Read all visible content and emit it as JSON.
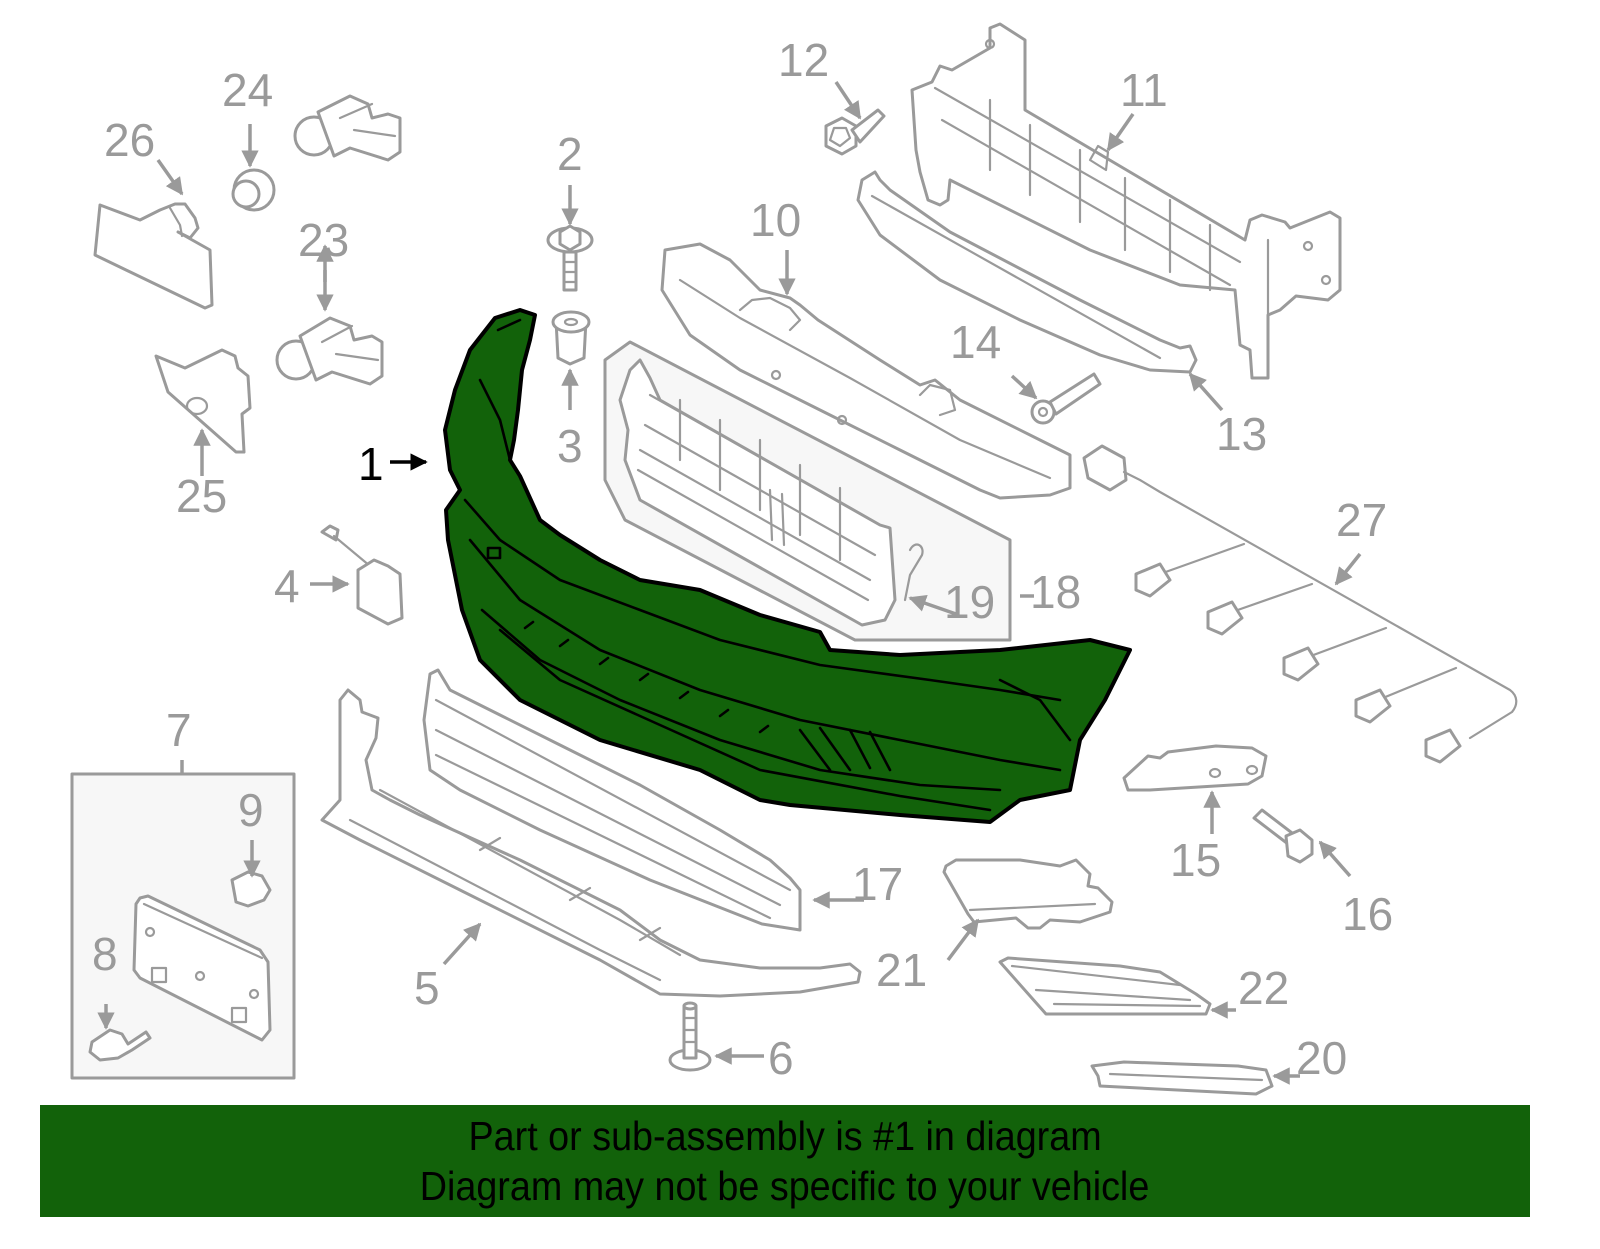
{
  "diagram": {
    "highlight_color": "#12620a",
    "line_color": "#9a9a9a",
    "highlighted_part": "1",
    "callouts": [
      {
        "id": "1",
        "label": "1"
      },
      {
        "id": "2",
        "label": "2"
      },
      {
        "id": "3",
        "label": "3"
      },
      {
        "id": "4",
        "label": "4"
      },
      {
        "id": "5",
        "label": "5"
      },
      {
        "id": "6",
        "label": "6"
      },
      {
        "id": "7",
        "label": "7"
      },
      {
        "id": "8",
        "label": "8"
      },
      {
        "id": "9",
        "label": "9"
      },
      {
        "id": "10",
        "label": "10"
      },
      {
        "id": "11",
        "label": "11"
      },
      {
        "id": "12",
        "label": "12"
      },
      {
        "id": "13",
        "label": "13"
      },
      {
        "id": "14",
        "label": "14"
      },
      {
        "id": "15",
        "label": "15"
      },
      {
        "id": "16",
        "label": "16"
      },
      {
        "id": "17",
        "label": "17"
      },
      {
        "id": "18",
        "label": "18"
      },
      {
        "id": "19",
        "label": "19"
      },
      {
        "id": "20",
        "label": "20"
      },
      {
        "id": "21",
        "label": "21"
      },
      {
        "id": "22",
        "label": "22"
      },
      {
        "id": "23",
        "label": "23"
      },
      {
        "id": "24",
        "label": "24"
      },
      {
        "id": "25",
        "label": "25"
      },
      {
        "id": "26",
        "label": "26"
      },
      {
        "id": "27",
        "label": "27"
      }
    ]
  },
  "banner": {
    "background": "#12620a",
    "line1": "Part or sub-assembly is #1 in diagram",
    "line2": "Diagram may not be specific to your vehicle"
  }
}
